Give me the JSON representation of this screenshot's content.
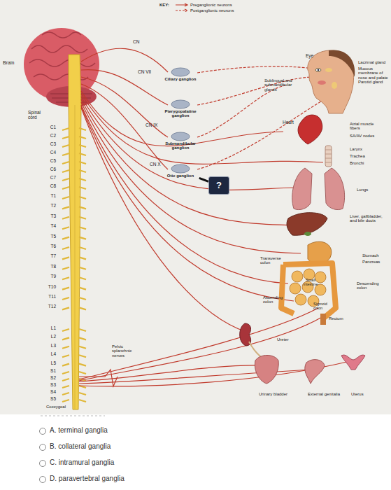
{
  "diagram": {
    "nodes": [
      {
        "text": [
          "Ciliary ganglion"
        ]
      },
      {
        "text": [
          "Pterygopalatine ganglion"
        ]
      },
      {
        "text": [
          "Submandibular ganglion"
        ]
      },
      {
        "text": [
          "Otic ganglion"
        ]
      },
      {
        "text": [
          "?"
        ]
      }
    ],
    "edges": [
      {
        "from": 4,
        "to": 3,
        "arrow": "none"
      }
    ],
    "labels": [
      "KEY:",
      "Brain",
      "CN",
      "Spinal cord",
      "CN VII",
      "CN IX",
      "CN X",
      "C1",
      "C2",
      "C3",
      "C4",
      "C5",
      "C6",
      "C7",
      "C8",
      "T1",
      "T2",
      "T3",
      "T4",
      "T5",
      "T6",
      "T7",
      "T8",
      "T9",
      "T10",
      "T11",
      "T12",
      "L1",
      "L2",
      "L3",
      "L4",
      "L5",
      "S1",
      "S2",
      "S3",
      "S4",
      "S5",
      "Coccygeal",
      "Pelvic splanchnic nerves",
      "Eye",
      "Lacrimal gland",
      "Mucous membrane of nose and palate",
      "Parotid gland",
      "Sublingual and submandibular glands",
      "Heart",
      "Atrial muscle fibers",
      "SA/AV nodes",
      "Larynx",
      "Trachea",
      "Bronchi",
      "Lungs",
      "Liver, gallbladder, and bile ducts",
      "Stomach",
      "Pancreas",
      "Transverse colon",
      "Descending colon",
      "Ascending colon",
      "Small intestine",
      "Sigmoid colon",
      "Rectum",
      "Ureter",
      "Urinary bladder",
      "External genitalia",
      "Uterus",
      "A. terminal ganglia",
      "B. collateral ganglia",
      "C. intramural ganglia",
      "D. paravertebral ganglia"
    ],
    "legend": [
      {
        "text": "Preganglionic neurons"
      },
      {
        "text": "Postganglionic neurons"
      }
    ]
  }
}
